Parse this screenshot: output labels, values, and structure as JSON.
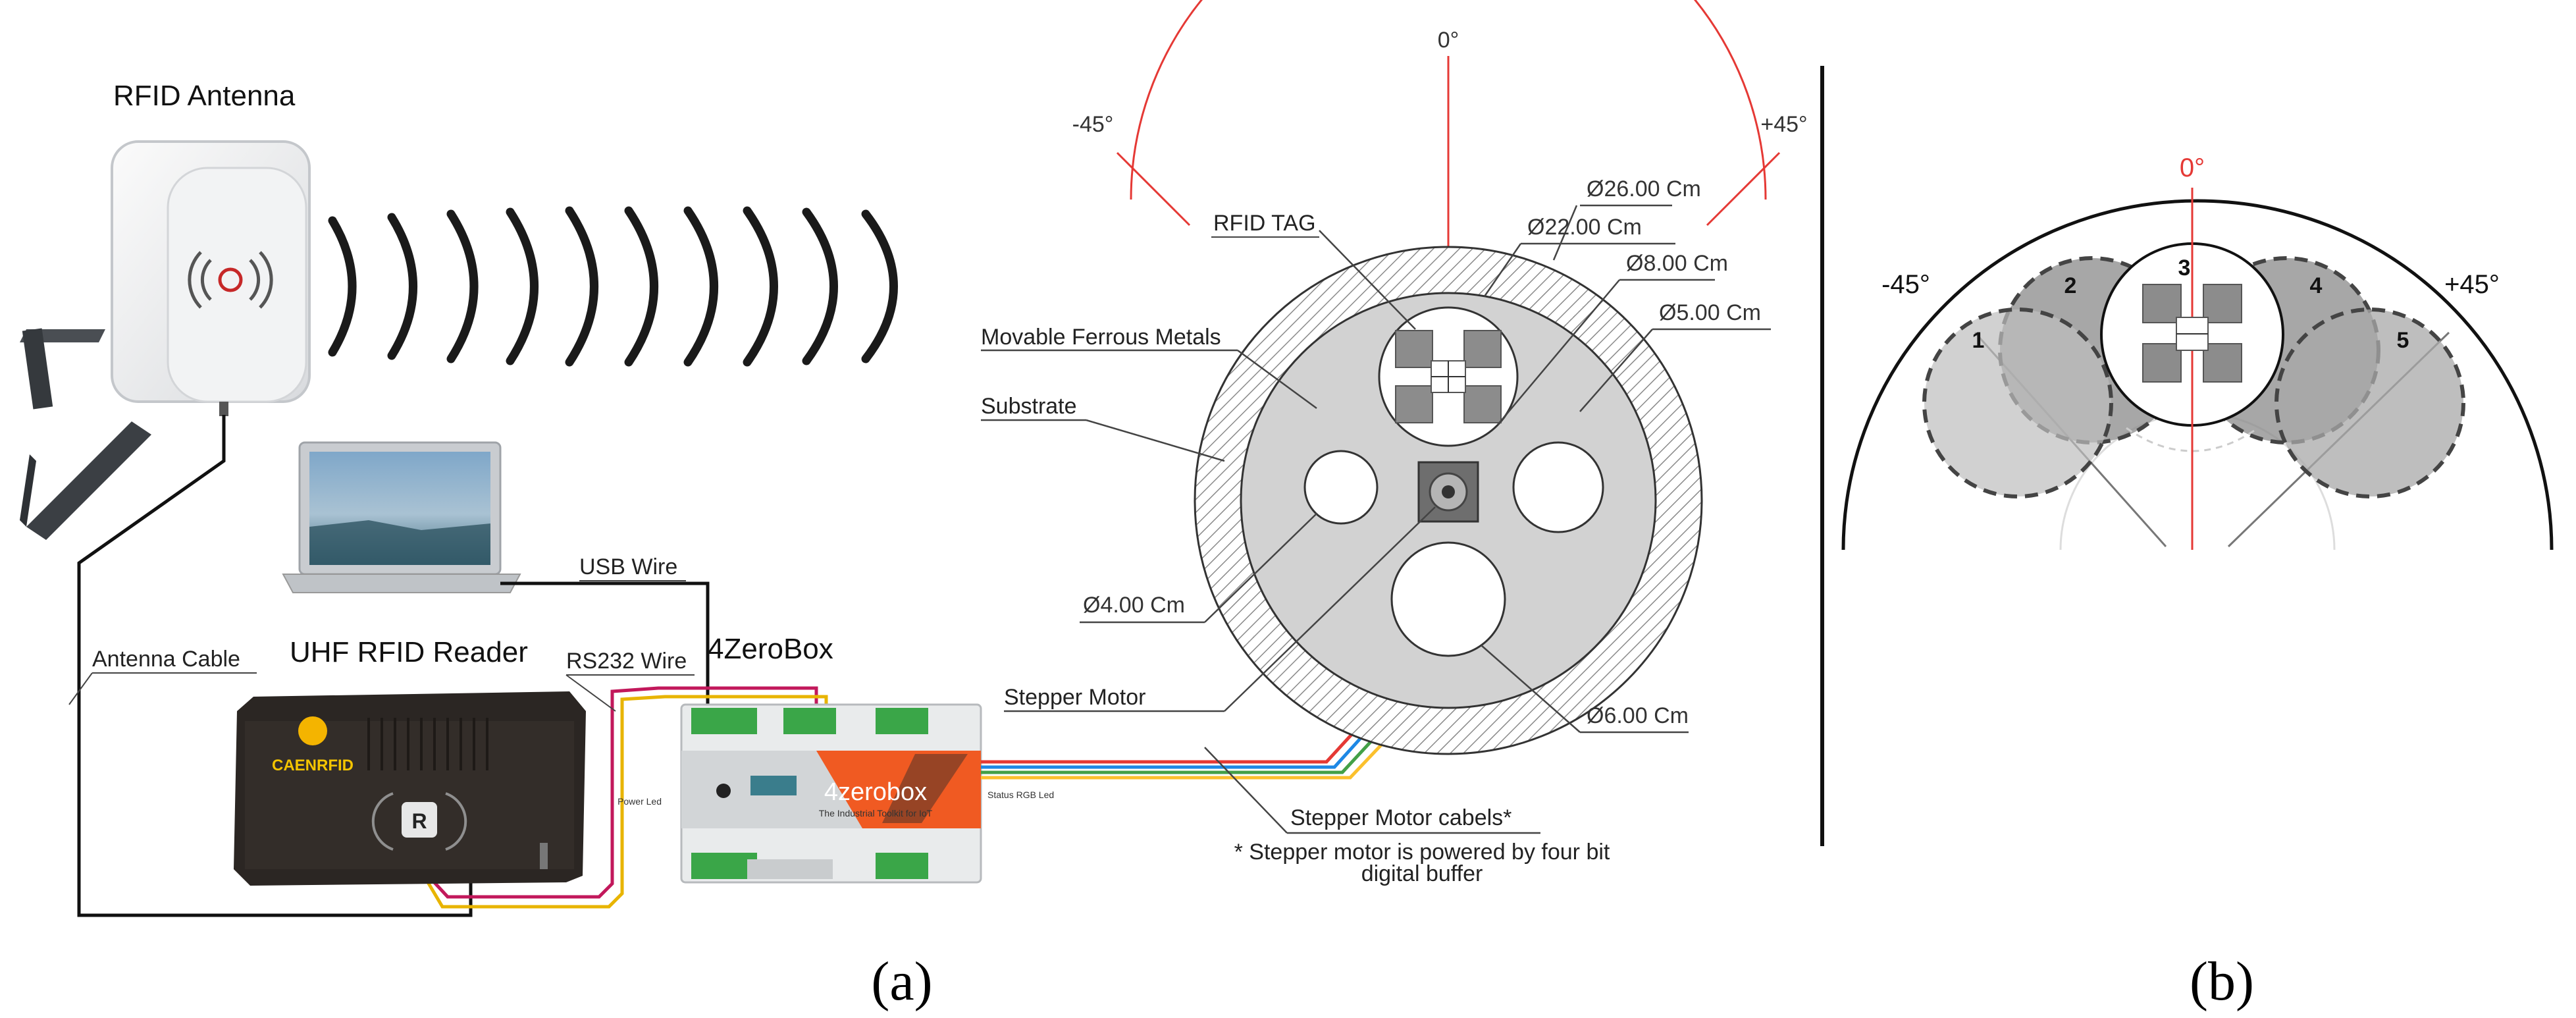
{
  "panel_a": {
    "labels": {
      "rfid_antenna": "RFID Antenna",
      "usb_wire": "USB Wire",
      "antenna_cable": "Antenna Cable",
      "uhf_reader": "UHF RFID Reader",
      "rs232_wire": "RS232 Wire",
      "zerobox": "4ZeroBox",
      "rfid_tag": "RFID TAG",
      "movable_metals": "Movable Ferrous Metals",
      "substrate": "Substrate",
      "stepper_motor": "Stepper Motor",
      "stepper_cables": "Stepper Motor cabels*",
      "footnote_line1": "* Stepper motor is powered by four bit",
      "footnote_line2": "digital buffer"
    },
    "dimensions": {
      "d26": "Ø26.00 Cm",
      "d22": "Ø22.00 Cm",
      "d8": "Ø8.00 Cm",
      "d5": "Ø5.00 Cm",
      "d4": "Ø4.00 Cm",
      "d6": "Ø6.00 Cm"
    },
    "angles": {
      "zero": "0°",
      "minus45": "-45°",
      "plus45": "+45°"
    },
    "device_text": {
      "caen_logo": "CAENRFID",
      "box_brand": "4zerobox",
      "box_tagline": "The Industrial Toolkit for IoT",
      "power_led": "Power Led",
      "status_led": "Status RGB Led"
    },
    "caption": "(a)"
  },
  "panel_b": {
    "angles": {
      "zero": "0°",
      "minus45": "-45°",
      "plus45": "+45°"
    },
    "positions": [
      "1",
      "2",
      "3",
      "4",
      "5"
    ],
    "caption": "(b)"
  },
  "colors": {
    "red_axis": "#e53935",
    "substrate_fill": "#d2d2d2",
    "reader_body": "#2b2623",
    "box_orange": "#f05a22",
    "terminal_green": "#3aa648",
    "cable_colors": [
      "#e53935",
      "#1e88e5",
      "#43a047",
      "#fbc02d"
    ],
    "wire_magenta": "#c2185b",
    "wire_yellow": "#e8b400"
  }
}
